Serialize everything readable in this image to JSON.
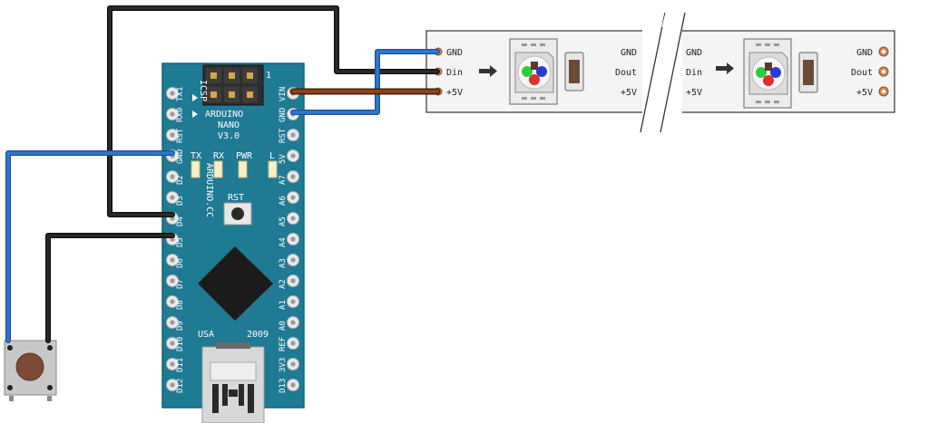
{
  "colors": {
    "board": "#1f7a93",
    "board_edge": "#176275",
    "wire_black": "#1a1a1a",
    "wire_blue": "#2a6fc7",
    "wire_brown": "#7a3a16",
    "strip_bg": "#f4f4f4",
    "pad": "#d98a5a"
  },
  "board": {
    "line1": "ARDUINO",
    "line2": "NANO",
    "line3": "V3.0",
    "side_text": "ARDUINO.CC",
    "icsp": "ICSP",
    "pin1_mark": "1",
    "usa": "USA",
    "year": "2009",
    "rst_button": "RST",
    "leds": [
      "TX",
      "RX",
      "PWR",
      "L"
    ],
    "left_pins": [
      "TX1",
      "RX0",
      "RST",
      "GND",
      "D2",
      "D3",
      "D4",
      "D5",
      "D6",
      "D7",
      "D8",
      "D9",
      "D10",
      "D11",
      "D12"
    ],
    "right_pins": [
      "VIN",
      "GND",
      "RST",
      "5V",
      "A7",
      "A6",
      "A5",
      "A4",
      "A3",
      "A2",
      "A1",
      "A0",
      "REF",
      "3V3",
      "D13"
    ]
  },
  "strip": {
    "seg1_in": [
      "GND",
      "Din",
      "+5V"
    ],
    "seg1_out": [
      "GND",
      "Dout",
      "+5V"
    ],
    "seg2_in": [
      "GND",
      "Din",
      "+5V"
    ],
    "seg2_out": [
      "GND",
      "Dout",
      "+5V"
    ]
  }
}
